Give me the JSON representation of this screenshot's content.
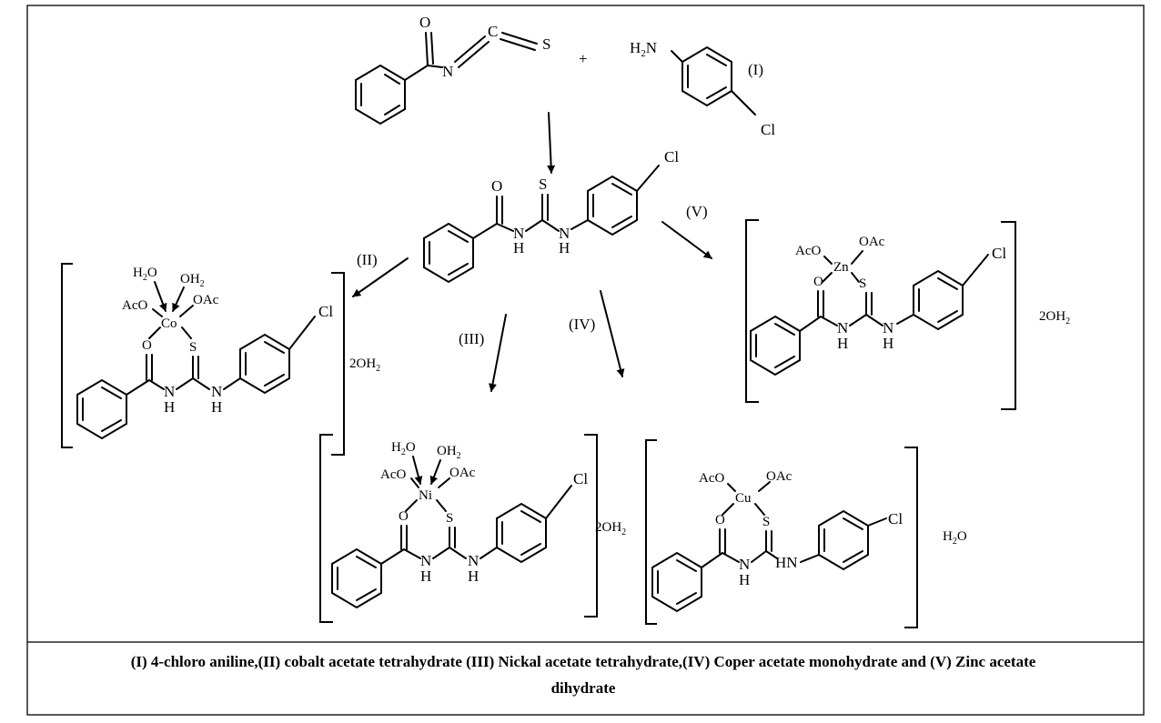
{
  "colors": {
    "nh": "#e00000",
    "metal": "#1a2fe6",
    "ink": "#000000"
  },
  "reactants": {
    "isothiocyanate": {
      "o": "O",
      "n": "N",
      "c": "C",
      "s": "S"
    },
    "plus": "+",
    "amine": {
      "nh2_h": "H",
      "nh2_sub": "2",
      "nh2_n": "N",
      "cl": "Cl",
      "roman": "(I)"
    }
  },
  "ligand": {
    "o": "O",
    "s": "S",
    "n1": "N",
    "h1": "H",
    "n2": "N",
    "h2": "H",
    "cl": "Cl"
  },
  "arrows": {
    "ii": "(II)",
    "iii": "(III)",
    "iv": "(IV)",
    "v": "(V)"
  },
  "complexes": {
    "co": {
      "metal": "Co",
      "h2o": "H",
      "h2o_sub": "2",
      "h2o_o": "O",
      "oh2_o": "OH",
      "oh2_sub": "2",
      "aco": "AcO",
      "oac": "OAc",
      "o": "O",
      "s": "S",
      "n1": "N",
      "h1": "H",
      "n2": "N",
      "h2": "H",
      "cl": "Cl",
      "water": "2OH",
      "water_sub": "2"
    },
    "ni": {
      "metal": "Ni",
      "h2o": "H",
      "h2o_sub": "2",
      "h2o_o": "O",
      "oh2_o": "OH",
      "oh2_sub": "2",
      "aco": "AcO",
      "oac": "OAc",
      "o": "O",
      "s": "S",
      "n1": "N",
      "h1": "H",
      "n2": "N",
      "h2": "H",
      "cl": "Cl",
      "water": "2OH",
      "water_sub": "2"
    },
    "cu": {
      "metal": "Cu",
      "aco": "AcO",
      "oac": "OAc",
      "o": "O",
      "s": "S",
      "n1": "N",
      "h1": "H",
      "hn": "HN",
      "cl": "Cl",
      "water": "H",
      "water_sub": "2",
      "water_o": "O"
    },
    "zn": {
      "metal": "Zn",
      "aco": "AcO",
      "oac": "OAc",
      "o": "O",
      "s": "S",
      "n1": "N",
      "h1": "H",
      "n2": "N",
      "h2": "H",
      "cl": "Cl",
      "water": "2OH",
      "water_sub": "2"
    }
  },
  "caption": {
    "line1": "(I) 4-chloro aniline,(II) cobalt acetate tetrahydrate (III) Nickal acetate tetrahydrate,(IV) Coper acetate monohydrate and (V) Zinc acetate",
    "line2": "dihydrate"
  }
}
